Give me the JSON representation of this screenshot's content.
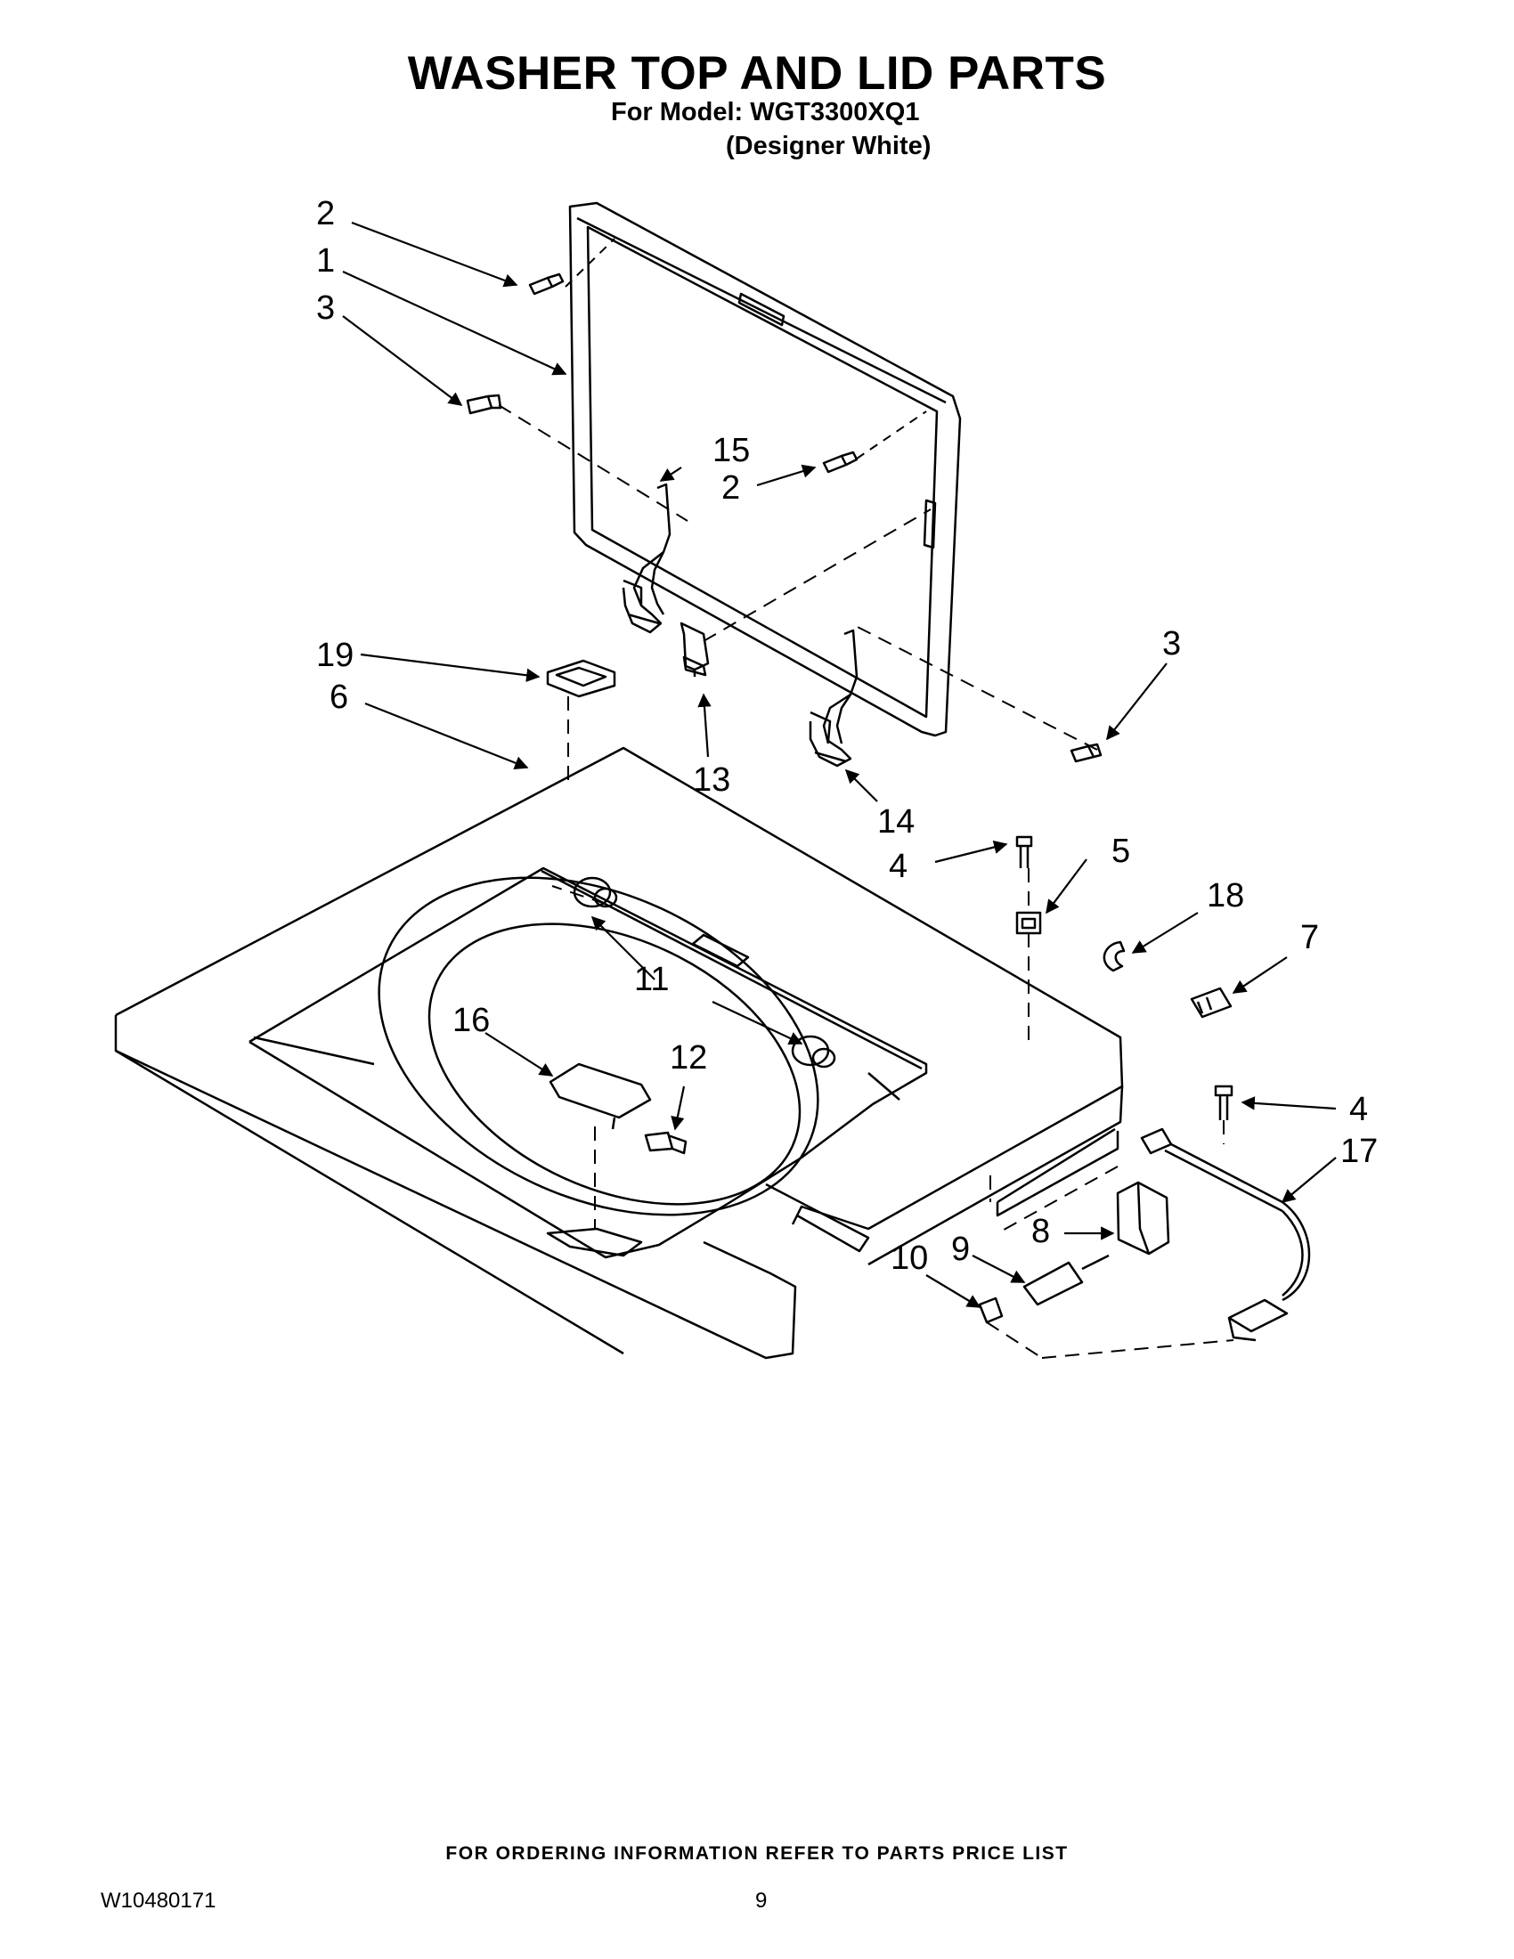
{
  "header": {
    "title": "WASHER TOP AND LID PARTS",
    "model_line": "For Model: WGT3300XQ1",
    "color_line": "(Designer White)"
  },
  "callouts": [
    "1",
    "2",
    "2",
    "3",
    "3",
    "4",
    "4",
    "5",
    "6",
    "7",
    "8",
    "9",
    "10",
    "11",
    "12",
    "13",
    "14",
    "15",
    "16",
    "17",
    "18",
    "19"
  ],
  "footer": {
    "ordering_note": "FOR ORDERING INFORMATION REFER TO PARTS PRICE LIST",
    "document_number": "W10480171",
    "page_number": "9"
  }
}
